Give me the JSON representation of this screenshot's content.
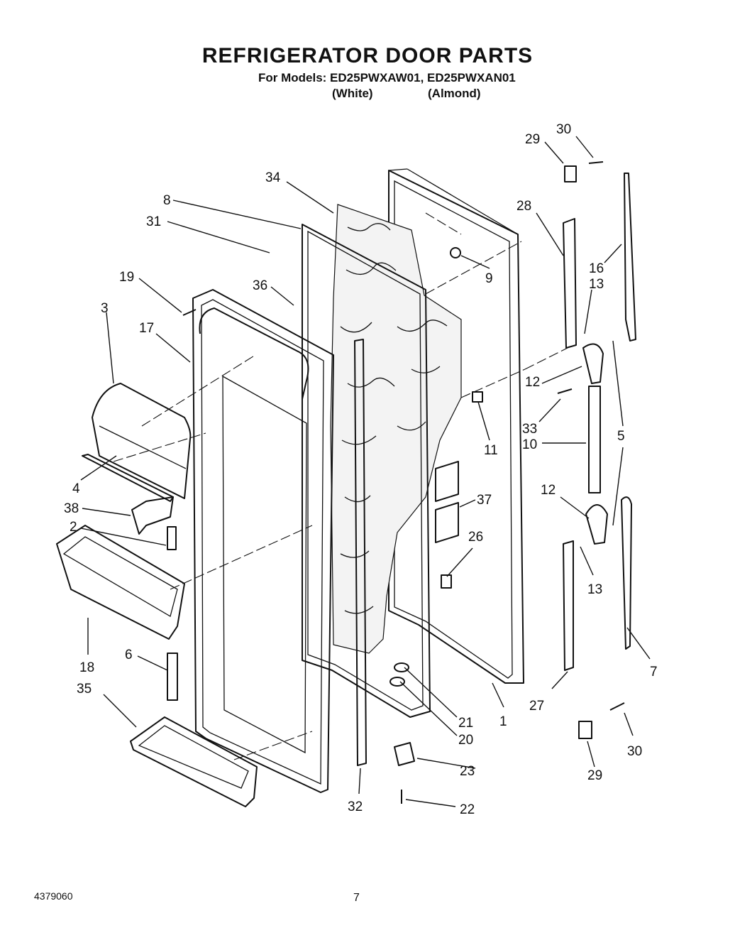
{
  "header": {
    "title": "REFRIGERATOR DOOR PARTS",
    "models_line": "For Models: ED25PWXAW01, ED25PWXAN01",
    "variant_white": "(White)",
    "variant_almond": "(Almond)"
  },
  "footer": {
    "doc_number": "4379060",
    "page_number": "7"
  },
  "callouts": [
    "30",
    "29",
    "34",
    "8",
    "31",
    "28",
    "9",
    "16",
    "19",
    "36",
    "13",
    "3",
    "17",
    "12",
    "33",
    "10",
    "5",
    "11",
    "4",
    "37",
    "38",
    "12",
    "2",
    "26",
    "13",
    "7",
    "18",
    "6",
    "27",
    "35",
    "21",
    "1",
    "20",
    "30",
    "23",
    "29",
    "32",
    "22"
  ]
}
